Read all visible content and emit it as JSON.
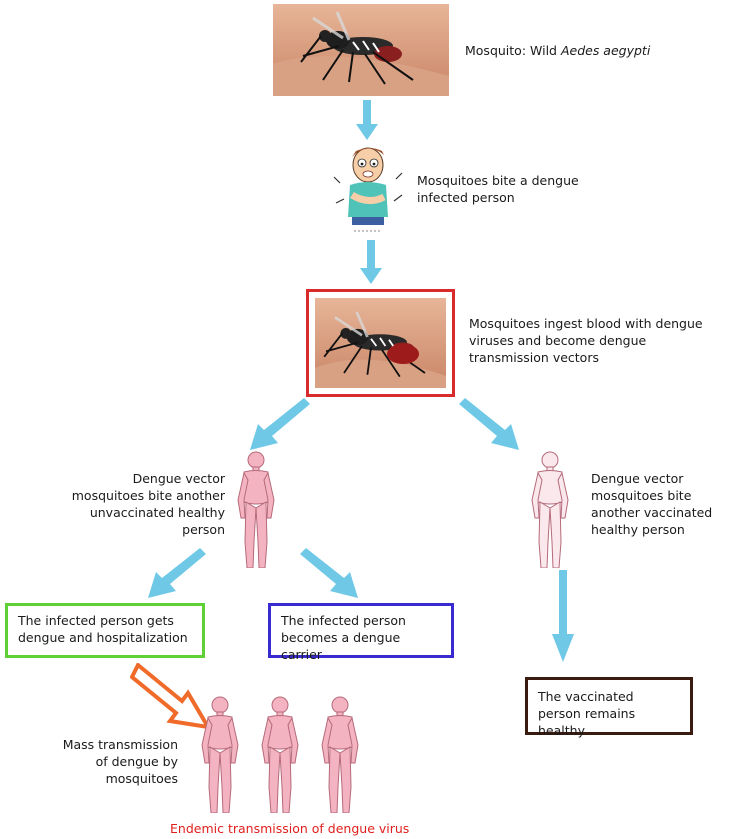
{
  "steps": {
    "mosquito_label": "Mosquito: Wild ",
    "mosquito_species": "Aedes aegypti",
    "bite_infected": "Mosquitoes bite a dengue infected person",
    "ingest_blood": "Mosquitoes ingest blood with dengue viruses and become dengue transmission vectors",
    "bite_unvaccinated": "Dengue vector mosquitoes bite another unvaccinated healthy person",
    "bite_vaccinated": "Dengue vector mosquitoes bite another vaccinated healthy person",
    "mass_transmission": "Mass transmission of dengue by mosquitoes",
    "endemic": "Endemic transmission of dengue virus"
  },
  "outcomes": {
    "hospitalization": "The infected person gets dengue and hospitalization",
    "carrier": "The infected person becomes a dengue carrier",
    "healthy": "The vaccinated person remains healthy"
  },
  "colors": {
    "arrow": "#6ec8e6",
    "vector_box": "#d92b2b",
    "hospital_box": "#5fd136",
    "carrier_box": "#3a2bd1",
    "healthy_box": "#3b1a10",
    "endemic_text": "#e0201e",
    "outline_arrow": "#f06a2a",
    "person_fill": "#f4b3c0",
    "person_stroke": "#b56a7a"
  }
}
